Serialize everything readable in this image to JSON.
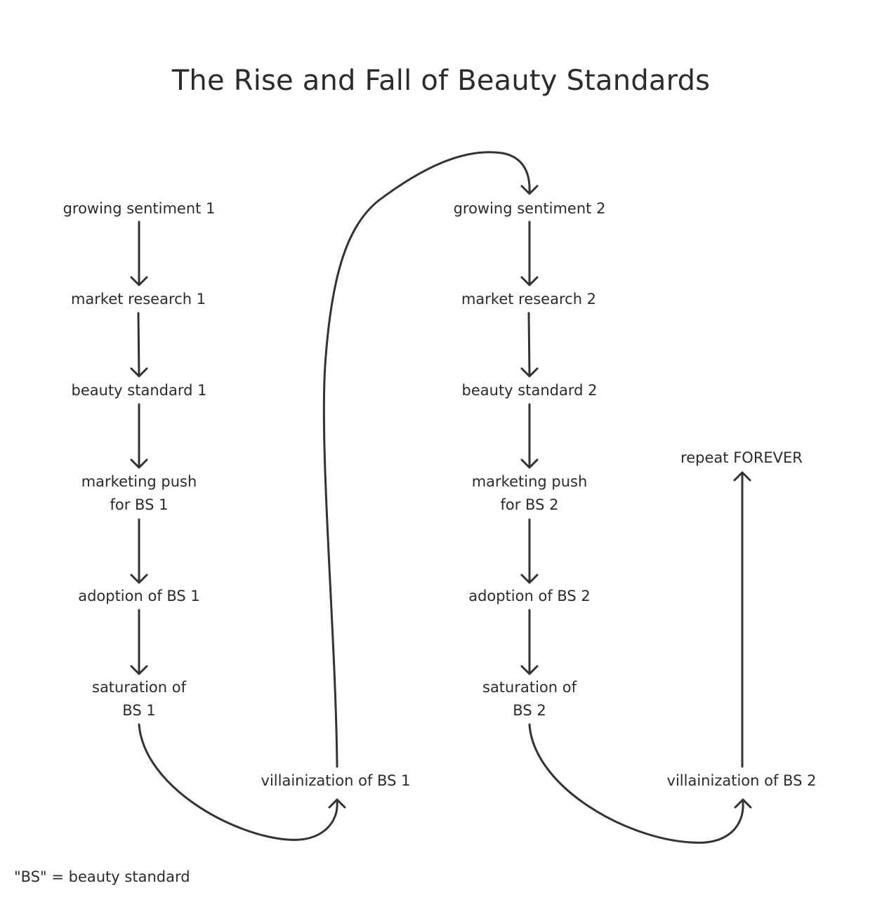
{
  "title": "The Rise and Fall of Beauty Standards",
  "nodes": {
    "growing_sentiment_1": "growing sentiment 1",
    "market_research_1": "market research 1",
    "beauty_standard_1": "beauty standard 1",
    "marketing_push_1_line1": "marketing push",
    "marketing_push_1_line2": "for BS 1",
    "adoption_1": "adoption of BS 1",
    "saturation_1_line1": "saturation of",
    "saturation_1_line2": "BS 1",
    "villainization_1": "villainization of BS 1",
    "growing_sentiment_2": "growing sentiment 2",
    "market_research_2": "market research 2",
    "beauty_standard_2": "beauty standard 2",
    "marketing_push_2_line1": "marketing push",
    "marketing_push_2_line2": "for BS 2",
    "adoption_2": "adoption of BS 2",
    "saturation_2_line1": "saturation of",
    "saturation_2_line2": "BS 2",
    "villainization_2": "villainization of BS 2",
    "repeat": "repeat FOREVER"
  },
  "footnote": "\"BS\" = beauty standard",
  "colors": {
    "stroke": "#333333",
    "text": "#2b2b2b",
    "background": "#ffffff"
  }
}
